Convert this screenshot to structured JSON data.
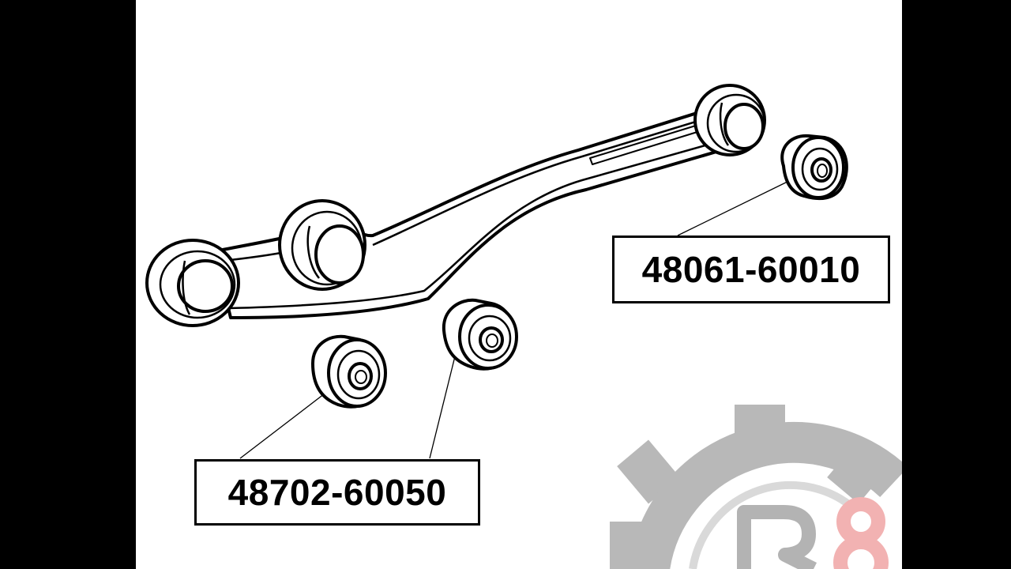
{
  "diagram": {
    "parts": [
      {
        "part_number": "48061-60010"
      },
      {
        "part_number": "48702-60050"
      }
    ],
    "watermark": {
      "text": "R8"
    },
    "colors": {
      "background": "#000000",
      "panel": "#ffffff",
      "line": "#000000",
      "watermark_gray": "#b3b3b3",
      "watermark_red": "#f0b3b3"
    }
  }
}
